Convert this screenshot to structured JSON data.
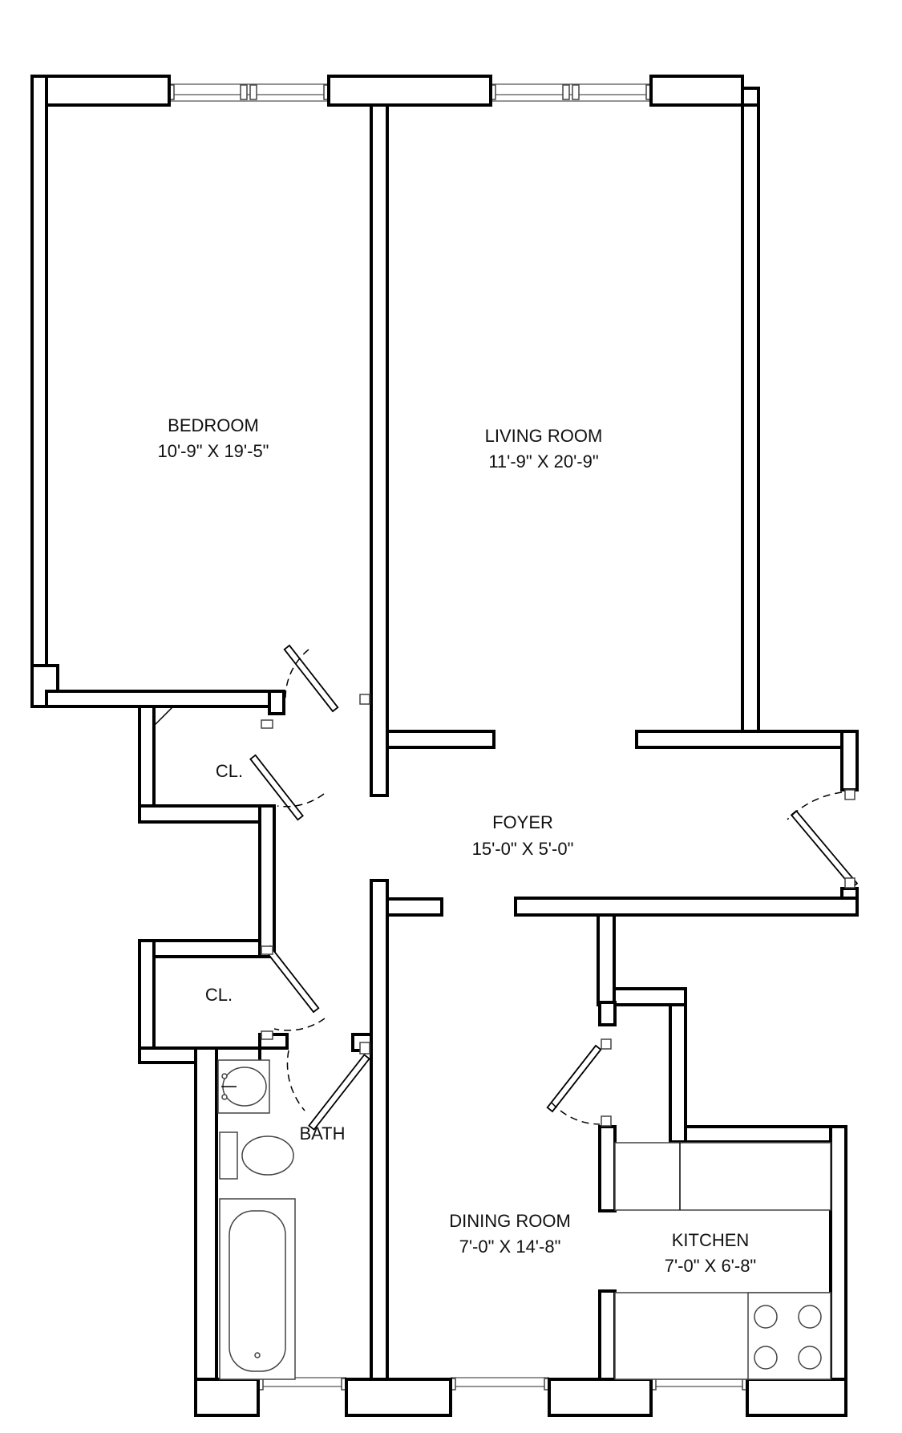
{
  "rooms": {
    "bedroom": {
      "name": "BEDROOM",
      "dims": "10'-9\" X 19'-5\""
    },
    "living_room": {
      "name": "LIVING ROOM",
      "dims": "11'-9\" X 20'-9\""
    },
    "closet_upper": {
      "name": "CL."
    },
    "foyer": {
      "name": "FOYER",
      "dims": "15'-0\" X 5'-0\""
    },
    "closet_lower": {
      "name": "CL."
    },
    "bath": {
      "name": "BATH"
    },
    "dining_room": {
      "name": "DINING ROOM",
      "dims": "7'-0\" X 14'-8\""
    },
    "kitchen": {
      "name": "KITCHEN",
      "dims": "7'-0\" X 6'-8\""
    }
  }
}
